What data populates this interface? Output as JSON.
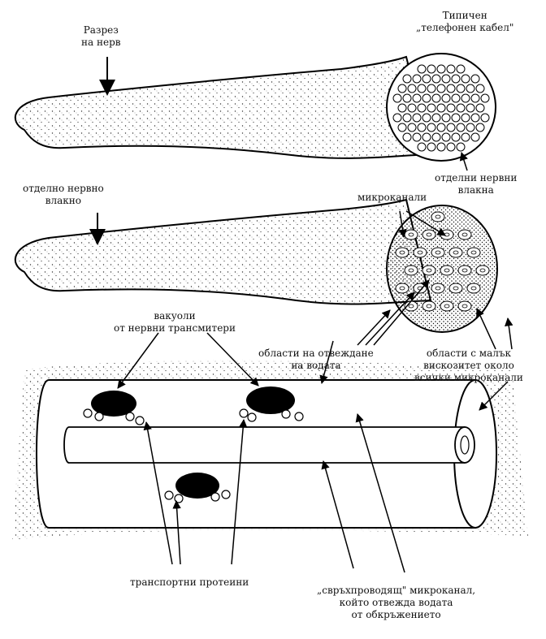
{
  "panel1": {
    "label_cut": "Разрез\nна нерв",
    "label_cable": "Типичен\n„телефонен кабел\"",
    "label_fibers": "отделни нервни\nвлакна"
  },
  "panel2": {
    "label_fiber": "отделно нервно\nвлакно",
    "label_microchannels": "микроканали",
    "label_water_regions": "области на отвеждане\nна водата",
    "label_low_viscosity": "области с малък\nвискозитет около\nвсички микроканали"
  },
  "panel3": {
    "label_vacuoles": "вакуоли\nот нервни трансмитери",
    "label_transport": "транспортни протеини",
    "label_superconducting": "„свръхпроводящ\" микроканал,\nкойто отвежда водата\nот обкръжението"
  }
}
